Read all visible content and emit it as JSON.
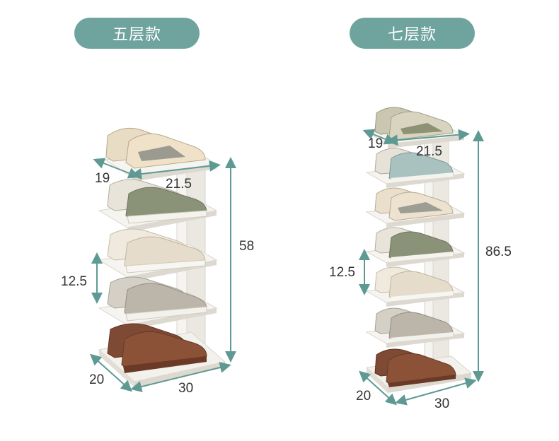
{
  "left": {
    "title": "五层款",
    "dims": {
      "depth_top": "19",
      "width_top": "21.5",
      "height": "58",
      "gap": "12.5",
      "depth_bottom": "20",
      "width_bottom": "30"
    }
  },
  "right": {
    "title": "七层款",
    "dims": {
      "depth_top": "19",
      "width_top": "21.5",
      "height": "86.5",
      "gap": "12.5",
      "depth_bottom": "20",
      "width_bottom": "30"
    }
  },
  "colors": {
    "accent": "#6fa39e",
    "dimension_line": "#5e9a93",
    "shelf": "#f3f1ec",
    "shelf_edge": "#d9d5cc"
  }
}
